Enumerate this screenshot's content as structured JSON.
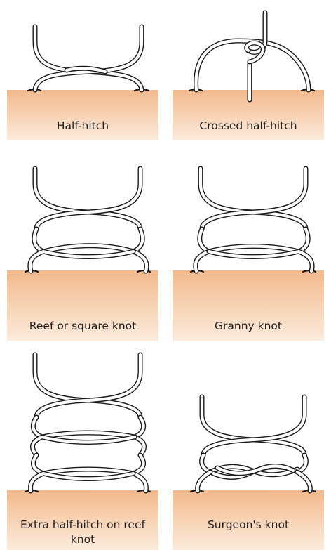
{
  "colors": {
    "surface_top": "#f2b98c",
    "surface_bottom": "#fbe8d8",
    "rope_outline": "#1a1a1a",
    "rope_fill": "#ffffff",
    "text": "#1f1f1f"
  },
  "knots": [
    {
      "id": "half-hitch",
      "caption": "Half-hitch"
    },
    {
      "id": "crossed-half-hitch",
      "caption": "Crossed half-hitch"
    },
    {
      "id": "reef-knot",
      "caption": "Reef or square knot"
    },
    {
      "id": "granny-knot",
      "caption": "Granny knot"
    },
    {
      "id": "extra-half-hitch",
      "caption": "Extra half-hitch on reef knot"
    },
    {
      "id": "surgeons-knot",
      "caption": "Surgeon's knot"
    }
  ]
}
